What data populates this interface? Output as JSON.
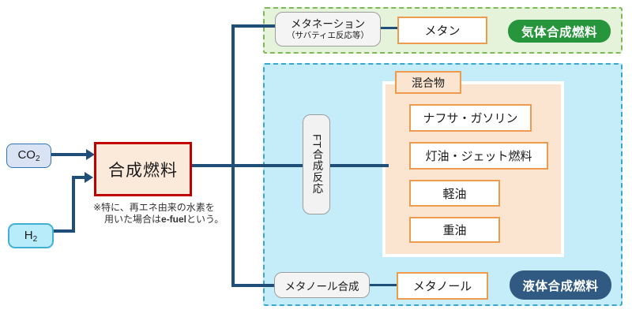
{
  "diagram": {
    "inputs": {
      "co2_base": "CO",
      "co2_sub": "2",
      "h2_base": "H",
      "h2_sub": "2"
    },
    "core": {
      "label": "合成燃料",
      "note_line1": "※特に、再エネ由来の水素を",
      "note_line2_pre": "用いた場合は",
      "note_line2_em": "e-fuel",
      "note_line2_post": "という。"
    },
    "gas_section": {
      "process_line1": "メタネーション",
      "process_line2": "（サバティエ反応等）",
      "product": "メタン",
      "badge": "気体合成燃料"
    },
    "liquid_section": {
      "ft_process": "FT合成反応",
      "mixture_label": "混合物",
      "products": [
        "ナフサ・ガソリン",
        "灯油・ジェット燃料",
        "軽油",
        "重油"
      ],
      "methanol_process": "メタノール合成",
      "methanol_product": "メタノール",
      "badge": "液体合成燃料"
    },
    "colors": {
      "connector_navy": "#1f4e79",
      "core_border_red": "#c00000",
      "core_fill": "#fbe9d9",
      "co2_fill": "#dae3f3",
      "co2_border": "#2e75b6",
      "h2_fill": "#b9ecfa",
      "h2_border": "#41b1d3",
      "orange_border": "#ef9b4d",
      "peach_fill": "#fbe5d0",
      "gas_container_fill": "#e5f3da",
      "gas_container_border": "#7fb957",
      "liquid_container_fill": "#c5ecf9",
      "liquid_container_border": "#3aa8cd",
      "gas_badge_fill": "#27953b",
      "liquid_badge_fill": "#315a82",
      "gray_box_fill": "#f4f4f4"
    }
  }
}
